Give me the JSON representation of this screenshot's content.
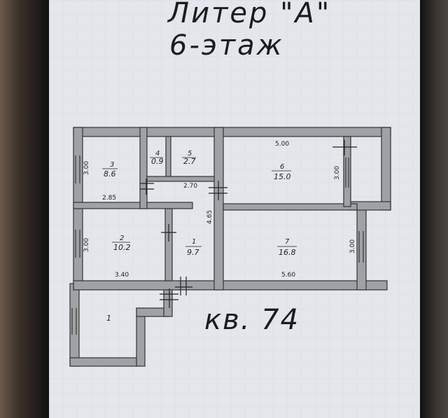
{
  "title": {
    "line1": "Литер \"А\"",
    "line2": "6-этаж"
  },
  "apartment_label": "кв. 74",
  "rooms": [
    {
      "number": "3",
      "area": "8.6"
    },
    {
      "number": "4",
      "area": "0.9"
    },
    {
      "number": "5",
      "area": "2.7"
    },
    {
      "number": "6",
      "area": "15.0"
    },
    {
      "number": "2",
      "area": "10.2"
    },
    {
      "number": "1",
      "area": "9.7"
    },
    {
      "number": "7",
      "area": "16.8"
    },
    {
      "number": "1",
      "area": ""
    }
  ],
  "dimensions": {
    "d1": "3.00",
    "d2": "2.85",
    "d3": "2.70",
    "d4": "5.00",
    "d5": "3.00",
    "d6": "4.65",
    "d7": "3.00",
    "d8": "3.40",
    "d9": "3.00",
    "d10": "5.60"
  },
  "colors": {
    "screen": "#e3e6ea",
    "wall": "#9ea2a5",
    "ink": "#1c1c1c"
  }
}
